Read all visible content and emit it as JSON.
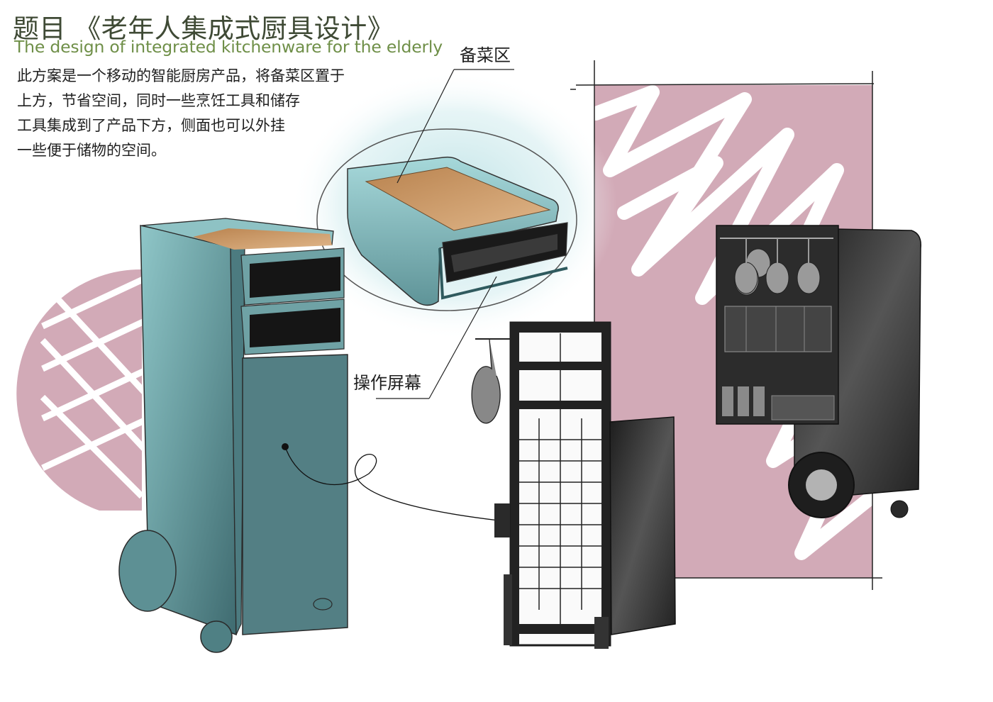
{
  "title": {
    "cn": "题目 《老年人集成式厨具设计》",
    "en": "The design of integrated kitchenware for the elderly"
  },
  "description": [
    "此方案是一个移动的智能厨房产品，将备菜区置于",
    "上方，节省空间，同时一些烹饪工具和储存",
    "工具集成到了产品下方，侧面也可以外挂",
    "一些便于储物的空间。"
  ],
  "callouts": {
    "prep_area": "备菜区",
    "screen": "操作屏幕"
  },
  "colors": {
    "title_cn": "#3f4a35",
    "title_en": "#6f8f48",
    "body_teal": "#5a8a8e",
    "accent_pink": "#d2aab7",
    "dark_unit": "#2b2b2b",
    "wood_top": "#c9935e"
  }
}
